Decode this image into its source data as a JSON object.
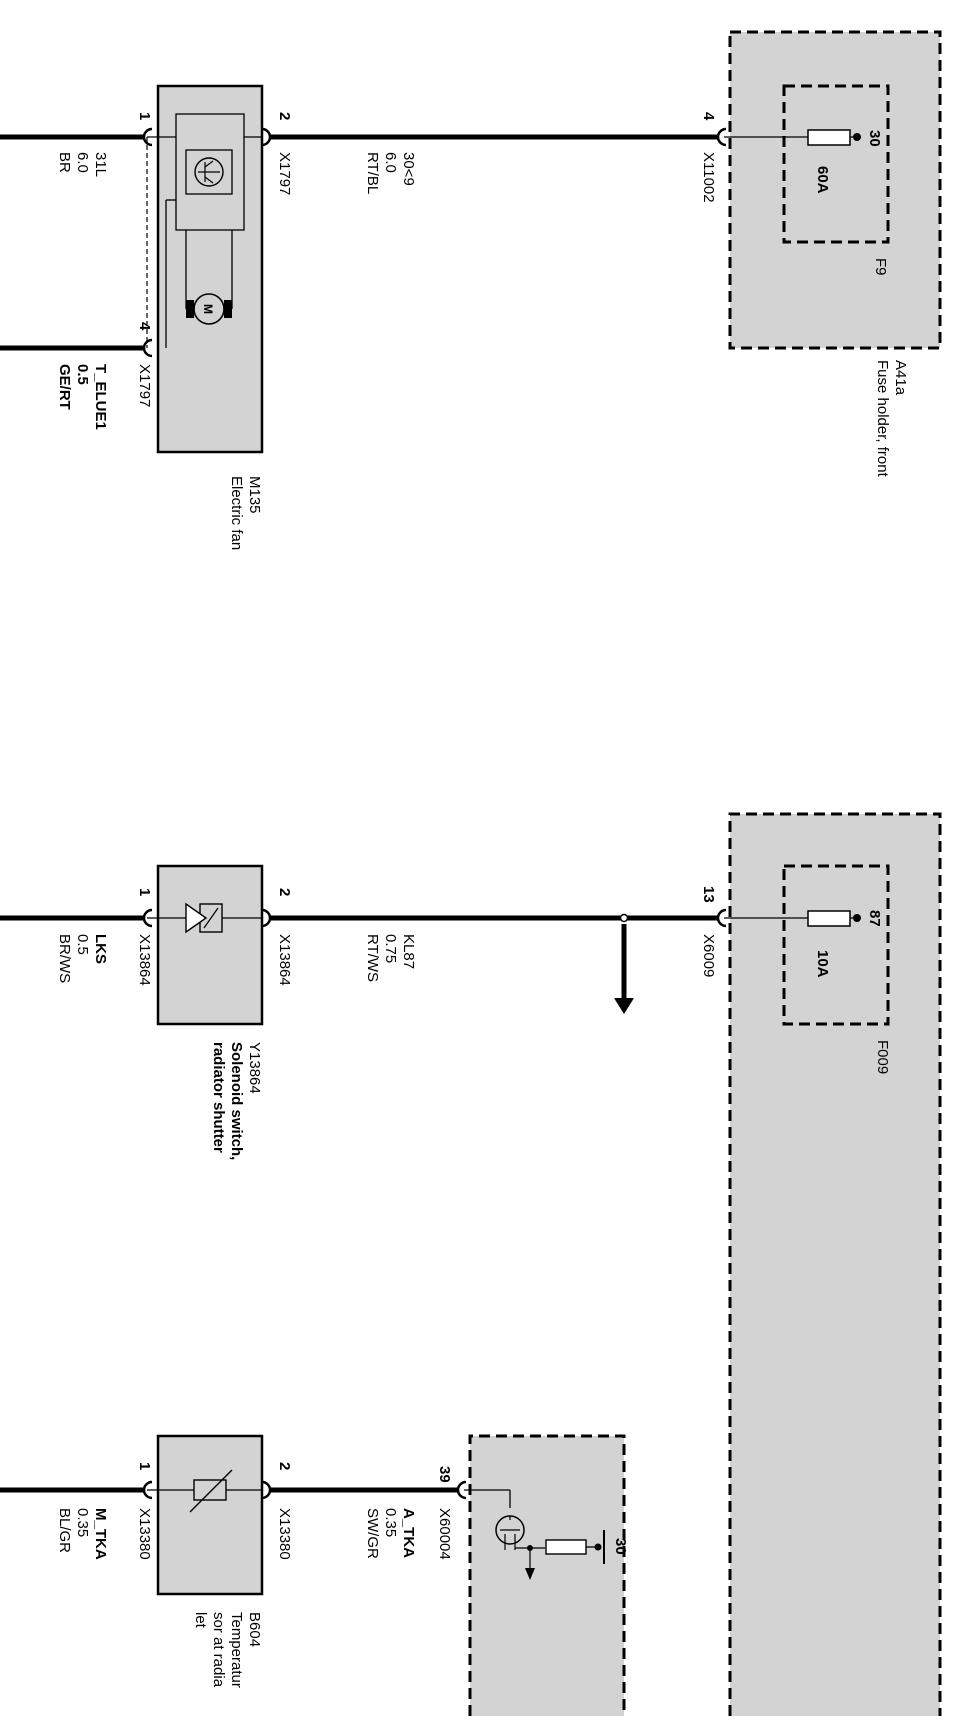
{
  "fuse_holder": {
    "id": "A41a",
    "name": "Fuse holder, front",
    "fuse_f9": {
      "id": "F9",
      "rating": "60A",
      "terminal": "30"
    },
    "fuse_f009": {
      "id": "F009",
      "rating": "10A",
      "terminal": "87"
    }
  },
  "electric_fan": {
    "id": "M135",
    "name": "Electric fan",
    "motor_symbol": "M"
  },
  "solenoid": {
    "id": "Y13864",
    "name_line1": "Solenoid switch,",
    "name_line2": "radiator shutter"
  },
  "temp_sensor": {
    "id": "B604",
    "name_line1": "Temperatur",
    "name_line2": "sor at radia",
    "name_line3": "let"
  },
  "control_unit": {
    "terminal": "30"
  },
  "connectors": {
    "fuse_out_pin": "4",
    "fuse_out_conn": "X11002",
    "fan_pin2": "2",
    "fan_pin2_conn": "X1797",
    "fan_pin1": "1",
    "fan_pin4": "4",
    "fan_pin4_conn": "X1797",
    "f009_pin": "13",
    "f009_conn": "X6009",
    "sol_pin2": "2",
    "sol_pin2_conn": "X13864",
    "sol_pin1": "1",
    "sol_pin1_conn": "X13864",
    "cu_pin": "39",
    "cu_conn": "X60004",
    "sens_pin2": "2",
    "sens_pin2_conn": "X13380",
    "sens_pin1": "1",
    "sens_pin1_conn": "X13380"
  },
  "wires": {
    "w_30c9": {
      "signal": "30<9",
      "size": "6.0",
      "color": "RT/BL"
    },
    "w_31l": {
      "signal": "31L",
      "size": "6.0",
      "color": "BR"
    },
    "w_telue1": {
      "signal": "T_ELUE1",
      "size": "0.5",
      "color": "GE/RT"
    },
    "w_kl87": {
      "signal": "KL87",
      "size": "0.75",
      "color": "RT/WS"
    },
    "w_lks": {
      "signal": "LKS",
      "size": "0.5",
      "color": "BR/WS"
    },
    "w_atka": {
      "signal": "A_TKA",
      "size": "0.35",
      "color": "SW/GR"
    },
    "w_mtka": {
      "signal": "M_TKA",
      "size": "0.35",
      "color": "BL/GR"
    }
  }
}
